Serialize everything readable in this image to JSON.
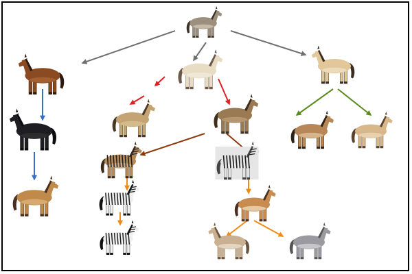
{
  "diagram": {
    "subject": "horse-evolution-tree",
    "nodes": [
      {
        "id": "ancestor",
        "body": "#9c8f7e",
        "mane": "#3b3026",
        "belly": "#d8ccb8"
      },
      {
        "id": "draft-bay",
        "body": "#8a4a22",
        "mane": "#2a1a10",
        "belly": "#b06a38"
      },
      {
        "id": "striped-cream",
        "body": "#e8dcc4",
        "mane": "#6b5a48",
        "belly": "#f3ece0"
      },
      {
        "id": "przewalski-a",
        "body": "#e2c79a",
        "mane": "#3a2c20",
        "belly": "#f1e3c8"
      },
      {
        "id": "draft-black",
        "body": "#1e1e22",
        "mane": "#0c0c0e",
        "belly": "#333"
      },
      {
        "id": "dun-tan",
        "body": "#c4a472",
        "mane": "#4a3826",
        "belly": "#dcc49a"
      },
      {
        "id": "brown-dun",
        "body": "#9a7a52",
        "mane": "#3e2e1e",
        "belly": "#c0a27a"
      },
      {
        "id": "przewalski-b",
        "body": "#b78758",
        "mane": "#2e2218",
        "belly": "#e2c8a2"
      },
      {
        "id": "przewalski-c",
        "body": "#d8b88a",
        "mane": "#5a4430",
        "belly": "#efdcc0"
      },
      {
        "id": "dun-pony",
        "body": "#c08a4a",
        "mane": "#4a3020",
        "belly": "#e0b880"
      },
      {
        "id": "quagga-like",
        "body": "#b48a5a",
        "mane": "#3a2a1a",
        "belly": "#d8c0a0",
        "stripes": true
      },
      {
        "id": "zebra-sketch",
        "body": "#e4e4e4",
        "mane": "#444",
        "belly": "#f4f4f4",
        "stripes": true
      },
      {
        "id": "zebra-plains",
        "body": "#f0f0f0",
        "mane": "#111",
        "belly": "#fafafa",
        "stripes": true
      },
      {
        "id": "zebra-grevy",
        "body": "#f0f0f0",
        "mane": "#111",
        "belly": "#fafafa",
        "stripes": true
      },
      {
        "id": "onager",
        "body": "#c88c50",
        "mane": "#4a3020",
        "belly": "#f0e2cc"
      },
      {
        "id": "donkey-tan",
        "body": "#c8b090",
        "mane": "#6a5440",
        "belly": "#eee4d4"
      },
      {
        "id": "donkey-grey",
        "body": "#9a9aa0",
        "mane": "#555",
        "belly": "#d8d8dc"
      }
    ],
    "arrow_colors": {
      "grey": "#707070",
      "blue": "#3a6fc0",
      "red": "#e02020",
      "green": "#5c8a1e",
      "brown": "#8a3a0a",
      "orange": "#f08a10"
    }
  }
}
